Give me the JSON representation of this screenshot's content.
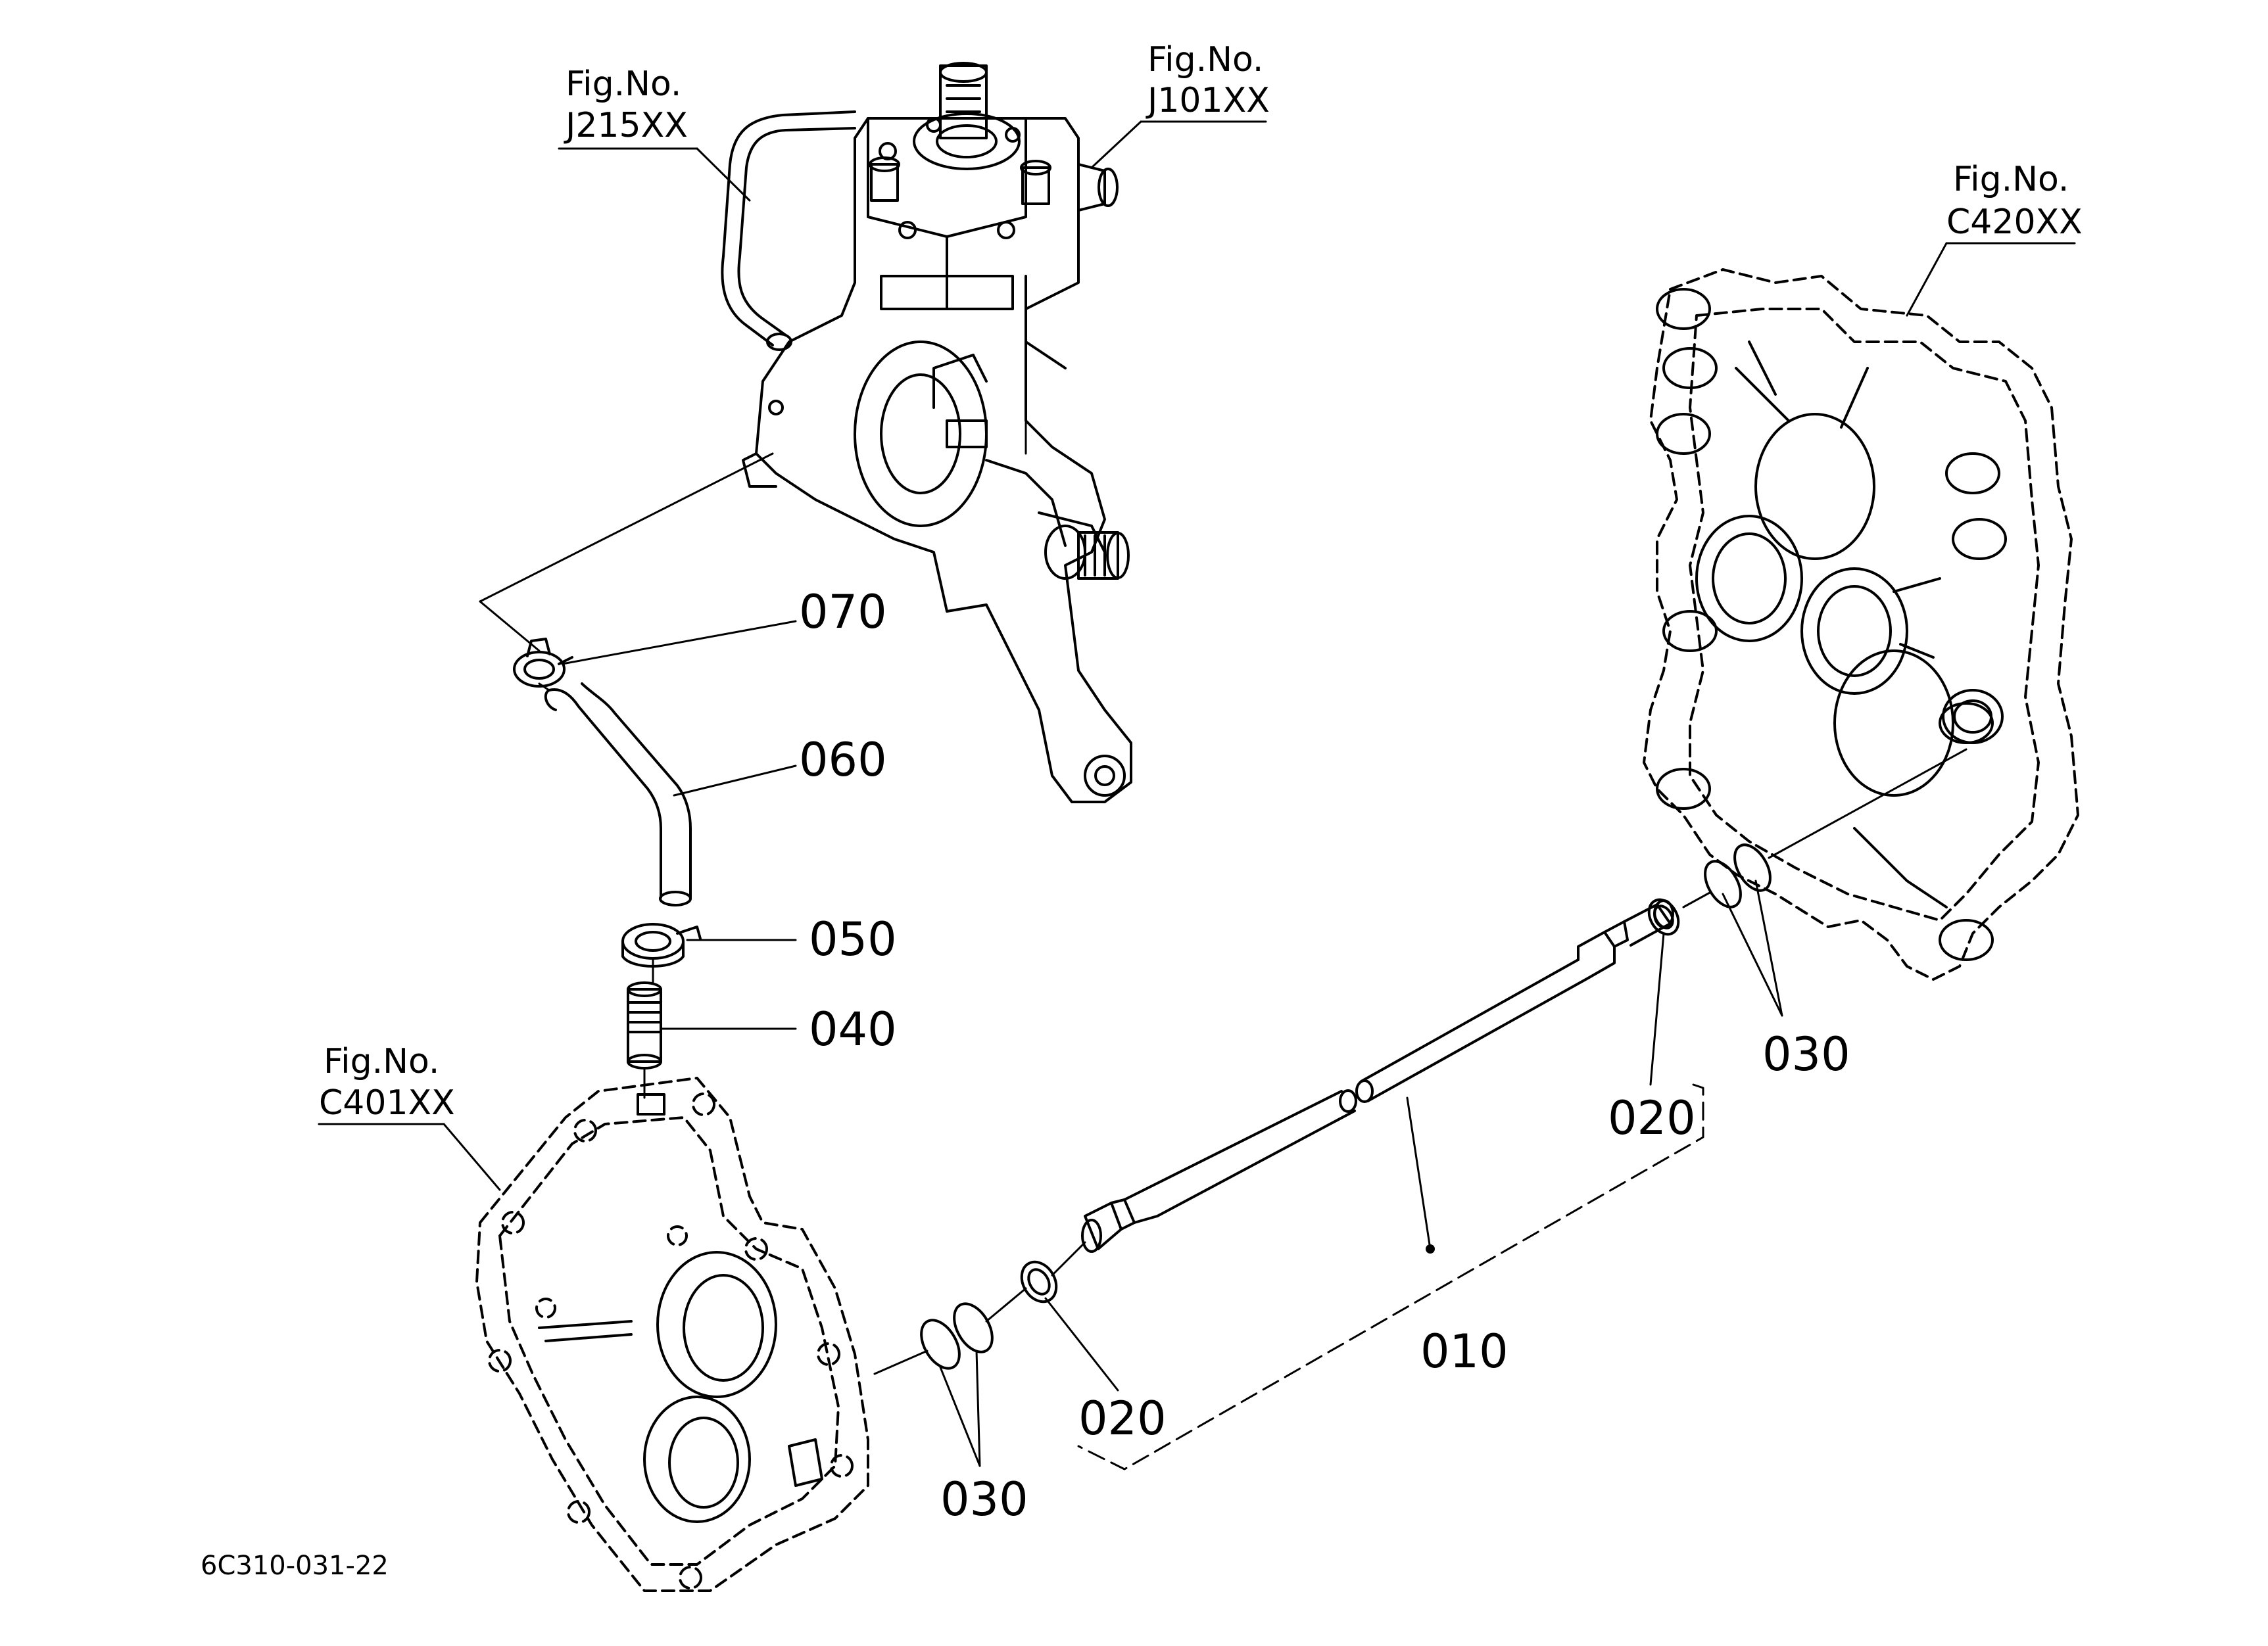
{
  "fig_refs": {
    "j215": {
      "line1": "Fig.No.",
      "line2": "J215XX"
    },
    "j101": {
      "line1": "Fig.No.",
      "line2": "J101XX"
    },
    "c420": {
      "line1": "Fig.No.",
      "line2": "C420XX"
    },
    "c401": {
      "line1": "Fig.No.",
      "line2": "C401XX"
    }
  },
  "callouts": {
    "p070": "070",
    "p060": "060",
    "p050": "050",
    "p040": "040",
    "p030_right": "030",
    "p020_right": "020",
    "p010": "010",
    "p020_left": "020",
    "p030_left": "030"
  },
  "diagram_code": "6C310-031-22"
}
